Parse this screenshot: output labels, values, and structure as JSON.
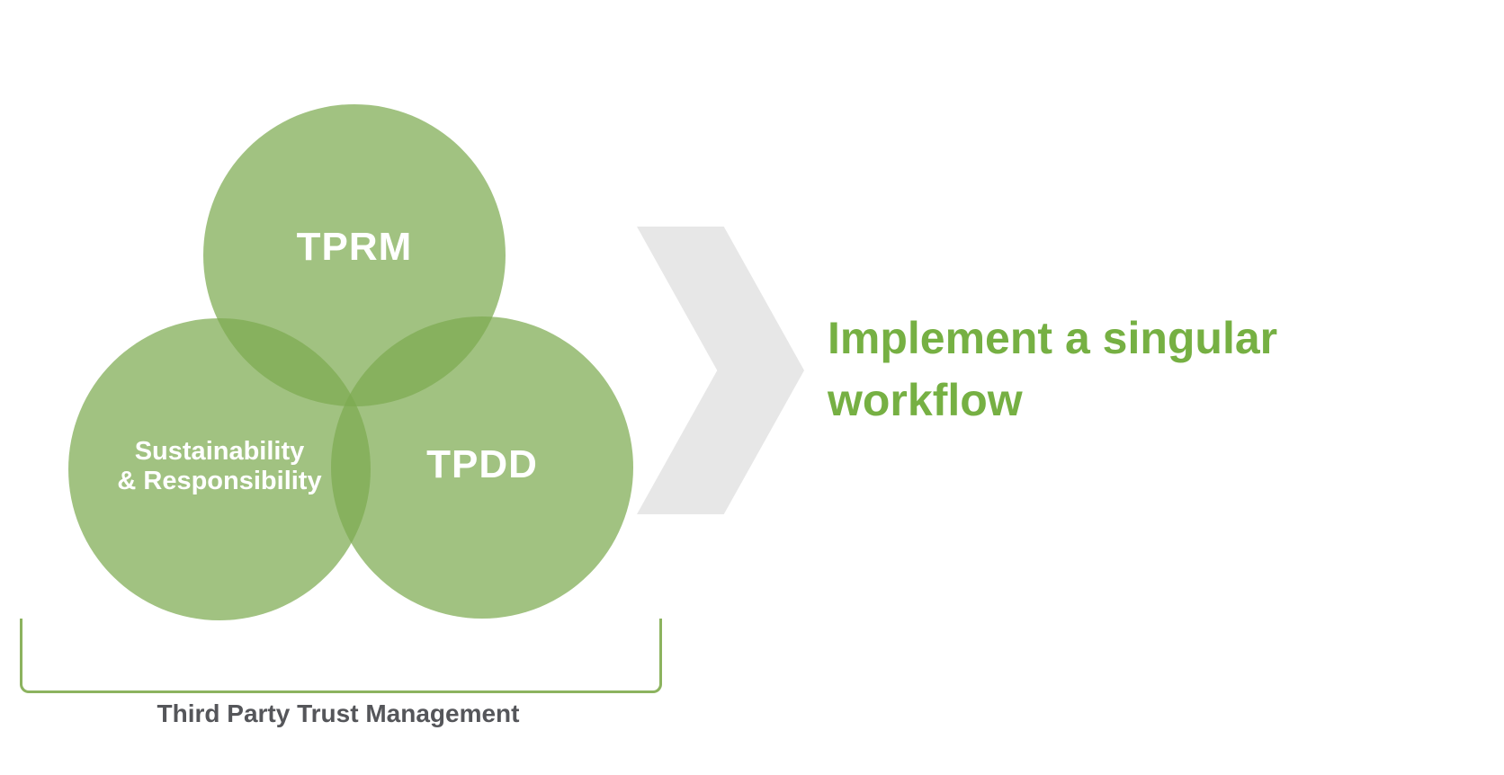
{
  "diagram": {
    "venn": {
      "circles": [
        {
          "label": "TPRM"
        },
        {
          "label_lines": [
            "Sustainability",
            "& Responsibility"
          ]
        },
        {
          "label": "TPDD"
        }
      ],
      "bracket_label": "Third Party Trust Management"
    },
    "headline": "Implement a singular workflow",
    "icons": {
      "chevron": "chevron-right"
    },
    "colors": {
      "circle_green": "#7daa50",
      "circle_green_alpha": "0.72",
      "circle_text": "#ffffff",
      "headline_green": "#76b043",
      "chevron_gray": "#e7e7e7",
      "bracket_green": "#8cb35f",
      "bracket_label_gray": "#55565a"
    }
  }
}
